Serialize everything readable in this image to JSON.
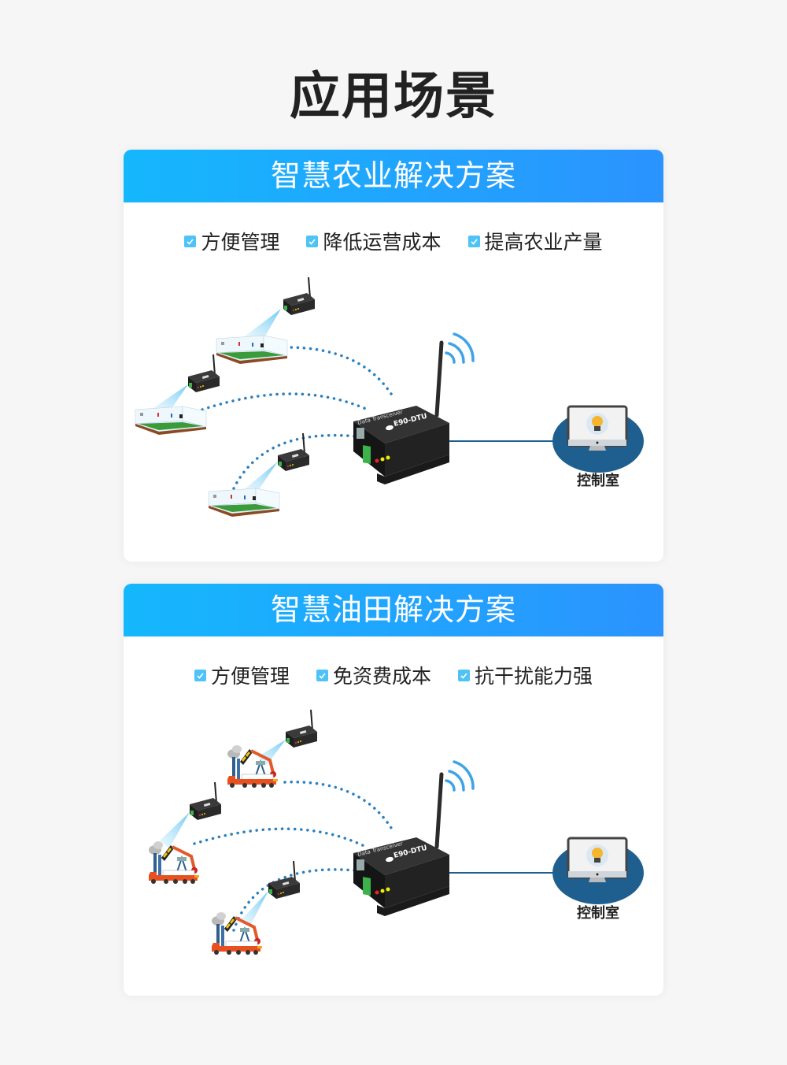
{
  "page": {
    "title": "应用场景",
    "background_color": "#f6f6f6"
  },
  "cards": [
    {
      "title": "智慧农业解决方案",
      "header_gradient": [
        "#15b7fd",
        "#2b93fe"
      ],
      "features": [
        "方便管理",
        "降低运营成本",
        "提高农业产量"
      ],
      "scene": {
        "type": "agriculture",
        "field_nodes": [
          "greenhouse",
          "greenhouse",
          "greenhouse"
        ],
        "gateway": {
          "model": "E90-DTU",
          "subtitle": "Data Transceiver"
        },
        "control_room_label": "控制室"
      }
    },
    {
      "title": "智慧油田解决方案",
      "header_gradient": [
        "#15b7fd",
        "#2b93fe"
      ],
      "features": [
        "方便管理",
        "免资费成本",
        "抗干扰能力强"
      ],
      "scene": {
        "type": "oilfield",
        "field_nodes": [
          "oil-rig-truck",
          "oil-rig-truck",
          "oil-rig-truck"
        ],
        "gateway": {
          "model": "E90-DTU",
          "subtitle": "Data Transceiver"
        },
        "control_room_label": "控制室"
      }
    }
  ],
  "colors": {
    "accent": "#2b93fe",
    "check": "#4fc3f7",
    "dotted_link": "#2a7fc0",
    "control_room_ellipse": "#1f5f8f",
    "wifi_arc": "#3fa3e8"
  }
}
